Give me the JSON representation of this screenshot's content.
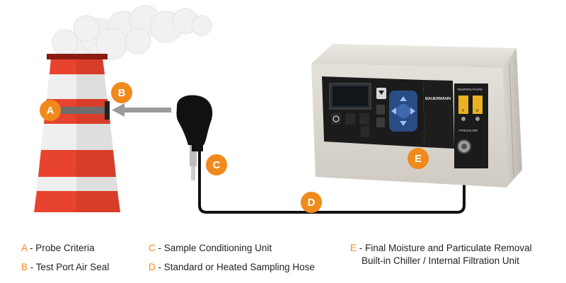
{
  "accent_color": "#f08a1c",
  "device": {
    "brand": "BAUERMANN",
    "panel_labels": {
      "temperature": "TEMPERATURE",
      "pressure": "PRESSURE",
      "temp_code_1": "A",
      "temp_code_2": "B"
    },
    "icons": [
      "power-icon",
      "menu-icon",
      "settings-icon",
      "arrow-up-icon",
      "arrow-down-icon",
      "arrow-left-icon",
      "arrow-right-icon",
      "ok-icon"
    ]
  },
  "callouts": {
    "a": "A",
    "b": "B",
    "c": "C",
    "d": "D",
    "e": "E"
  },
  "legend": [
    {
      "key": "A",
      "text": " - Probe Criteria"
    },
    {
      "key": "B",
      "text": " - Test Port Air Seal"
    },
    {
      "key": "C",
      "text": " - Sample Conditioning Unit"
    },
    {
      "key": "D",
      "text": " - Standard or Heated Sampling Hose"
    },
    {
      "key": "E",
      "text": " - Final Moisture and Particulate Removal",
      "text2": "Built-in Chiller / Internal Filtration Unit"
    }
  ]
}
